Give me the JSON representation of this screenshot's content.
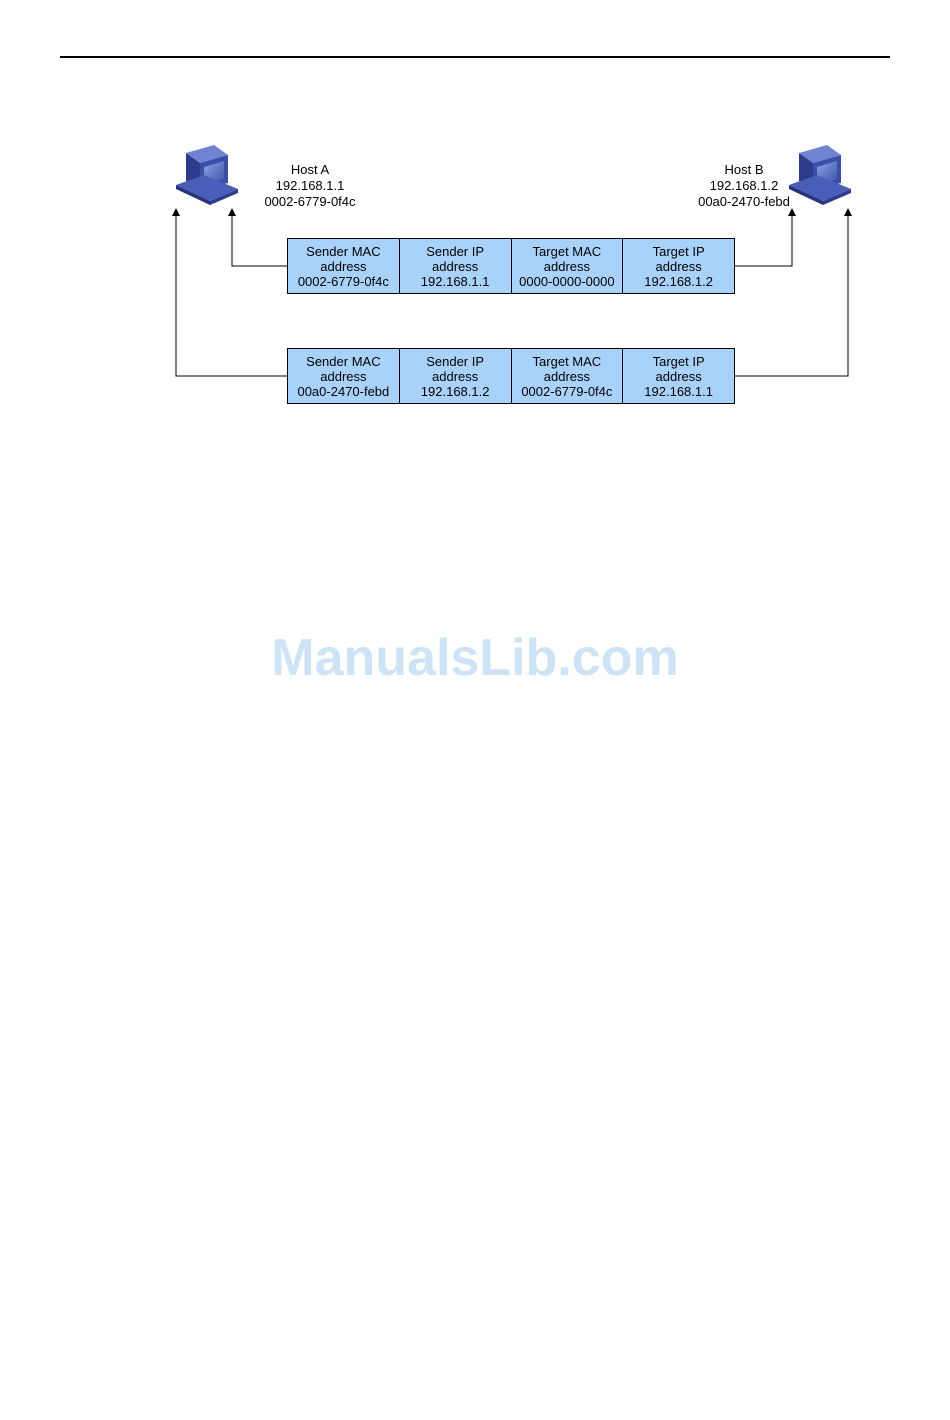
{
  "host_a": {
    "name": "Host A",
    "ip": "192.168.1.1",
    "mac": "0002-6779-0f4c"
  },
  "host_b": {
    "name": "Host B",
    "ip": "192.168.1.2",
    "mac": "00a0-2470-febd"
  },
  "arp_request": {
    "fields": [
      {
        "title": "Sender MAC",
        "subtitle": "address",
        "value": "0002-6779-0f4c"
      },
      {
        "title": "Sender IP",
        "subtitle": "address",
        "value": "192.168.1.1"
      },
      {
        "title": "Target MAC",
        "subtitle": "address",
        "value": "0000-0000-0000"
      },
      {
        "title": "Target IP",
        "subtitle": "address",
        "value": "192.168.1.2"
      }
    ]
  },
  "arp_reply": {
    "fields": [
      {
        "title": "Sender MAC",
        "subtitle": "address",
        "value": "00a0-2470-febd"
      },
      {
        "title": "Sender IP",
        "subtitle": "address",
        "value": "192.168.1.2"
      },
      {
        "title": "Target MAC",
        "subtitle": "address",
        "value": "0002-6779-0f4c"
      },
      {
        "title": "Target IP",
        "subtitle": "address",
        "value": "192.168.1.1"
      }
    ]
  },
  "watermark": "ManualsLib.com",
  "colors": {
    "packet_fill": "#a9d2fb",
    "computer": "#3b4fa8"
  }
}
